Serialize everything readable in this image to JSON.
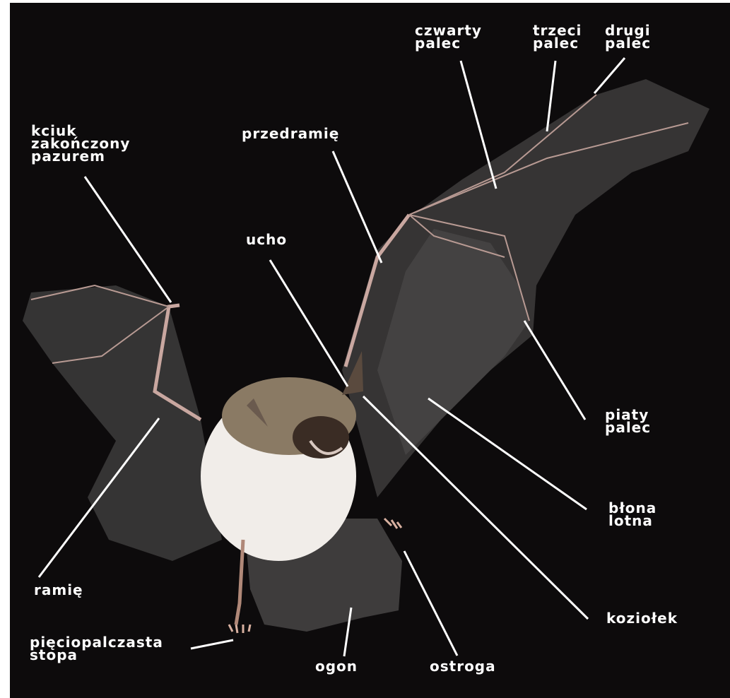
{
  "colors": {
    "background": "#0d0b0c",
    "wing_membrane": "#3a3838",
    "wing_bone": "#c9a7a0",
    "fur_chest": "#f1ede9",
    "fur_head": "#8a7a64",
    "leader_line": "#ffffff",
    "label_text": "#ffffff"
  },
  "labels": {
    "czwarty_palec": "czwarty\npalec",
    "trzeci_palec": "trzeci\npalec",
    "drugi_palec": "drugi\npalec",
    "kciuk": "kciuk\nzakończony\npazurem",
    "przedramie": "przedramię",
    "ucho": "ucho",
    "piaty_palec": "piaty\npalec",
    "blona_lotna": "błona\nlotna",
    "ramie": "ramię",
    "koziolek": "koziołek",
    "stopa": "pięciopalczasta\nstopa",
    "ogon": "ogon",
    "ostroga": "ostroga"
  }
}
